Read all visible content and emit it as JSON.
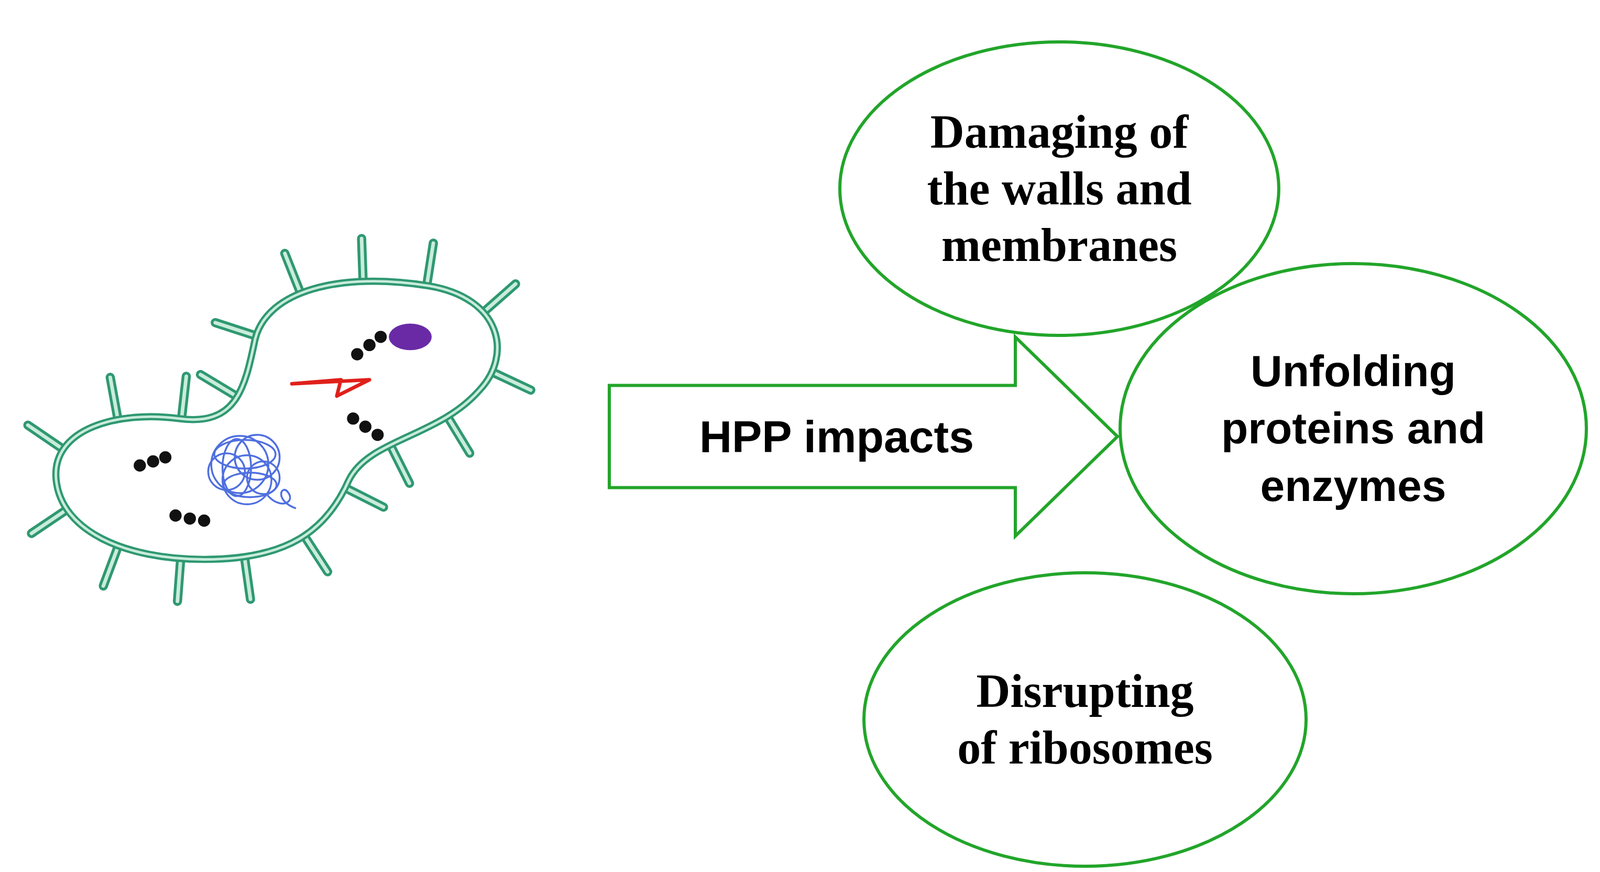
{
  "diagram": {
    "nodes": [
      {
        "text": [
          "HPP impacts"
        ]
      },
      {
        "text": [
          "Damaging of the walls and membranes"
        ]
      },
      {
        "text": [
          "Unfolding proteins and enzymes"
        ]
      },
      {
        "text": [
          "Disrupting of ribosomes"
        ]
      }
    ]
  }
}
